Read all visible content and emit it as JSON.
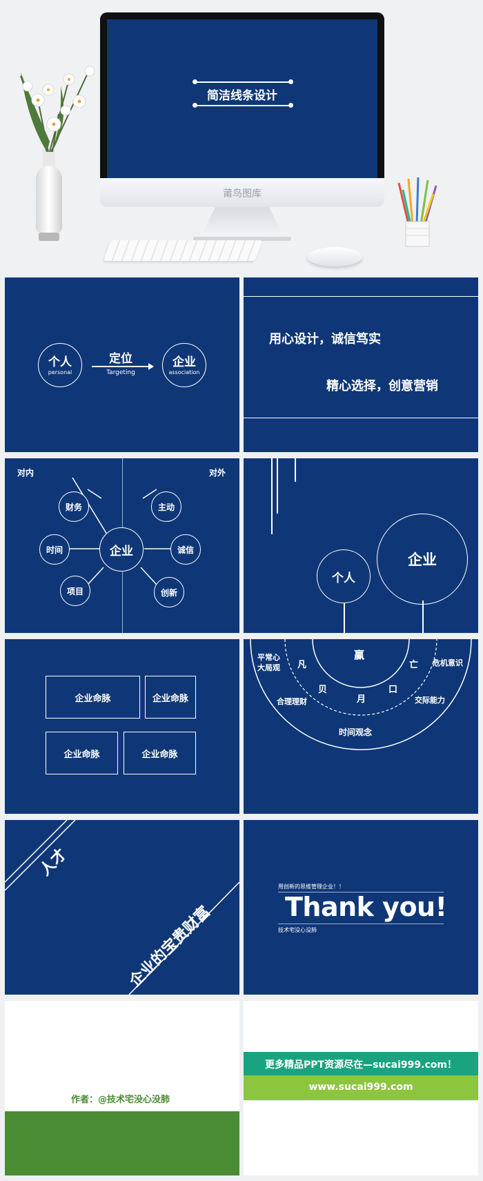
{
  "hero": {
    "title": "简洁线条设计",
    "brand": "莆鸟图库"
  },
  "slide1": {
    "left_cn": "个人",
    "left_en": "personal",
    "mid_cn": "定位",
    "mid_en": "Targeting",
    "right_cn": "企业",
    "right_en": "association"
  },
  "slide2": {
    "line1": "用心设计，诚信笃实",
    "line2": "精心选择，创意营销"
  },
  "slide3": {
    "corner_left": "对内",
    "corner_right": "对外",
    "center": "企业",
    "nodes": [
      "财务",
      "主动",
      "时间",
      "诚信",
      "项目",
      "创新"
    ]
  },
  "slide4": {
    "small": "个人",
    "big": "企业"
  },
  "slide5": {
    "boxes": [
      "企业命脉",
      "企业命脉",
      "企业命脉",
      "企业命脉"
    ]
  },
  "slide6": {
    "left_top": "平常心",
    "left_top2": "大局观",
    "right_top": "危机意识",
    "left_mid": "合理理财",
    "right_mid": "交际能力",
    "bottom": "时间观念",
    "inner": [
      "赢",
      "凡",
      "亡",
      "贝",
      "月",
      "口"
    ]
  },
  "slide7": {
    "a": "人才",
    "b": "企业的宝贵财富"
  },
  "slide8": {
    "top": "用创新的思维管理企业！！",
    "main": "Thank you!",
    "bottom": "技术宅没心没肺"
  },
  "slide9": {
    "author": "作者：@技术宅没心没肺"
  },
  "slide10": {
    "banner1": "更多精品PPT资源尽在—sucai999.com！",
    "banner2": "www.sucai999.com"
  },
  "colors": {
    "navy": "#0f3777",
    "green": "#4a8c34",
    "teal": "#1aa37f",
    "lime": "#8cc63f"
  }
}
